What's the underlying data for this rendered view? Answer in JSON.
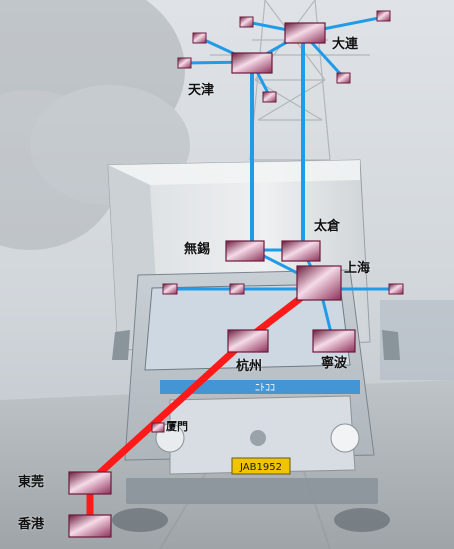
{
  "colors": {
    "blue_line": "#1f9be8",
    "red_line": "#ff1a1a",
    "node_fill": "#b24a74",
    "node_fill_light": "#f3d9e6",
    "node_stroke": "#6b1b3c",
    "fog_top": "#d8dde2",
    "fog_bottom": "#b8c0c6"
  },
  "labels": {
    "dalian": "大連",
    "tianjin": "天津",
    "taicang": "太倉",
    "wuxi": "無錫",
    "shanghai": "上海",
    "hangzhou": "杭州",
    "ningbo": "寧波",
    "xiamen": "厦門",
    "dongguan": "東莞",
    "hongkong": "香港"
  },
  "truck": {
    "plate_text": "JAB1952",
    "brand_text": "ﾆﾄｺｺ"
  }
}
